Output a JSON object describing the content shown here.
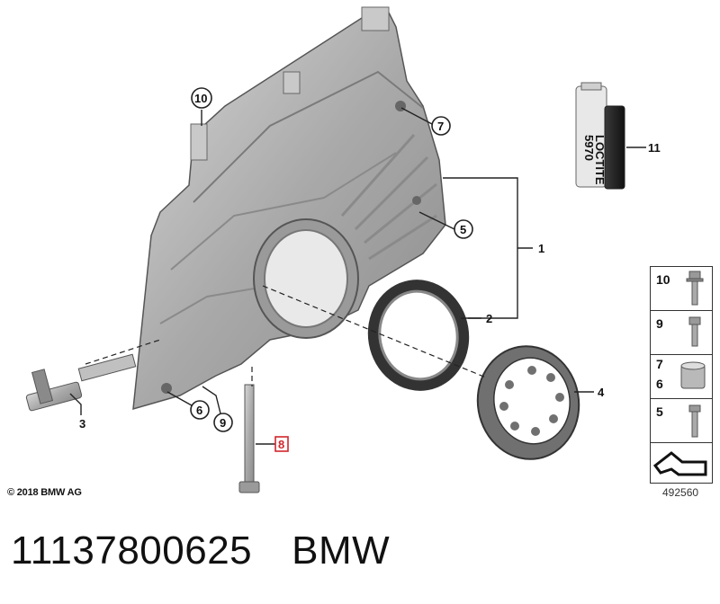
{
  "callouts": {
    "c1": "1",
    "c2": "2",
    "c3": "3",
    "c4": "4",
    "c5": "5",
    "c6": "6",
    "c7": "7",
    "c8": "8",
    "c9": "9",
    "c10": "10",
    "c11": "11"
  },
  "tube_label": {
    "line1": "LOCTITE",
    "line2": "5970"
  },
  "legend": {
    "items": [
      {
        "label": "10",
        "icon": "flange-bolt-icon"
      },
      {
        "label": "9",
        "icon": "short-bolt-icon"
      },
      {
        "label_top": "7",
        "label_bottom": "6",
        "icon": "sleeve-icon"
      },
      {
        "label": "5",
        "icon": "screw-icon"
      },
      {
        "label": "",
        "icon": "part-outline-icon"
      }
    ]
  },
  "copyright": "© 2018 BMW AG",
  "drawing_number": "492560",
  "part_number": "11137800625",
  "brand": "BMW",
  "colors": {
    "part_gray": "#b3b3b3",
    "highlight_red": "#d0262b"
  }
}
